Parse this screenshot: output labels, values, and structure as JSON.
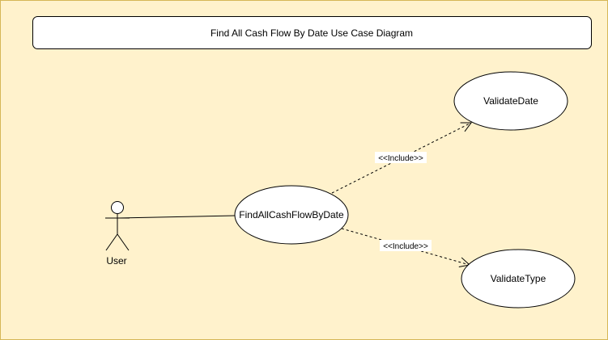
{
  "diagram": {
    "title": "Find All Cash Flow By Date Use Case Diagram",
    "actor": {
      "label": "User"
    },
    "use_cases": {
      "main": "FindAllCashFlowByDate",
      "validate_date": "ValidateDate",
      "validate_type": "ValidateType"
    },
    "relations": {
      "include_date": "<<Include>>",
      "include_type": "<<Include>>"
    }
  },
  "colors": {
    "background": "#fff2cc",
    "border": "#d6b656",
    "shape_fill": "#ffffff",
    "stroke": "#000000"
  }
}
